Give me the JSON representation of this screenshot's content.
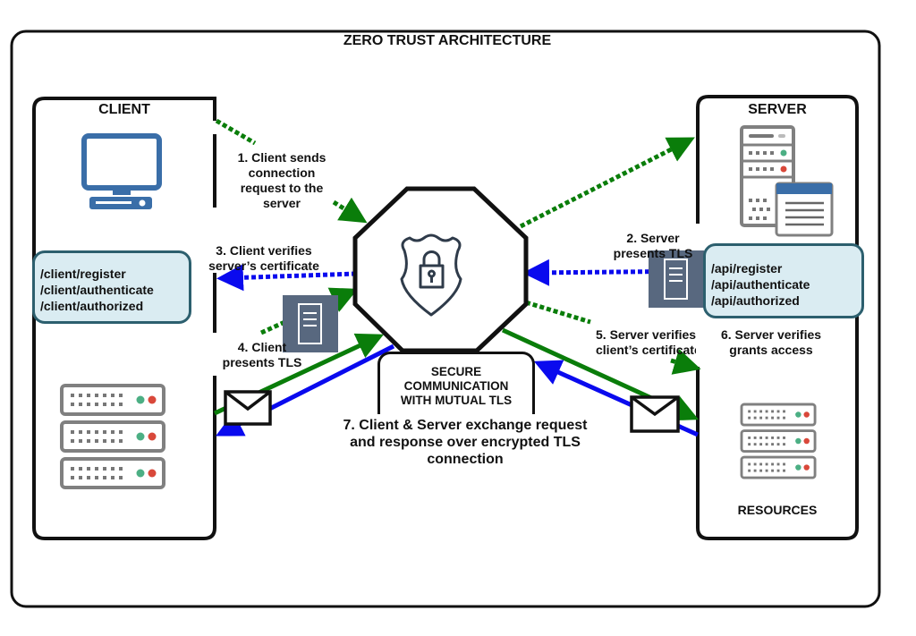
{
  "title": "ZERO TRUST ARCHITECTURE",
  "client": {
    "label": "CLIENT",
    "endpoints": [
      "/client/register",
      "/client/authenticate",
      "/client/authorized"
    ],
    "icons": [
      "desktop-computer-icon",
      "server-rack-icon"
    ]
  },
  "server": {
    "label": "SERVER",
    "endpoints": [
      "/api/register",
      "/api/authenticate",
      "/api/authorized"
    ],
    "resources_label": "RESOURCES",
    "icons": [
      "server-tower-with-window-icon",
      "server-rack-icon"
    ]
  },
  "center": {
    "icon": "shield-lock-icon",
    "secure_box": [
      "SECURE",
      "COMMUNICATION",
      "WITH MUTUAL TLS"
    ]
  },
  "steps": {
    "s1": [
      "1. Client sends",
      "connection",
      "request to the",
      "server"
    ],
    "s2": [
      "2. Server",
      "presents TLS"
    ],
    "s3": [
      "3. Client verifies",
      "server’s certificate"
    ],
    "s4": [
      "4. Client",
      "presents TLS"
    ],
    "s5": [
      "5. Server verifies",
      "client’s certificate"
    ],
    "s6": [
      "6. Server verifies",
      "grants access"
    ],
    "s7": [
      "7. Client & Server exchange request",
      "and response over encrypted TLS",
      "connection"
    ]
  },
  "colors": {
    "green": "#0a7d0a",
    "blue": "#0a0aee",
    "endpoint_fill": "#daecf2",
    "endpoint_border": "#2c5f6e",
    "monitor_blue": "#3a6ea8",
    "certificate": "#58687f",
    "led_green": "#4caf84",
    "led_red": "#d9483a"
  }
}
